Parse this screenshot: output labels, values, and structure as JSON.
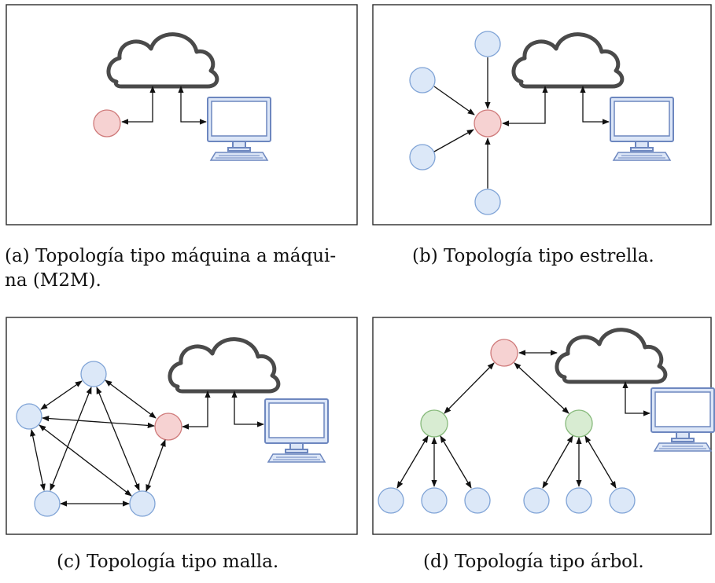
{
  "captions": {
    "a_line1": "(a) Topología tipo máquina a máqui-",
    "a_line2": "na (M2M).",
    "b": "(b) Topología tipo estrella.",
    "c": "(c) Topología tipo malla.",
    "d": "(d) Topología tipo árbol."
  },
  "icons": {
    "cloud": "cloud-icon",
    "computer": "computer-icon"
  },
  "colors": {
    "device_node": "#dce8f8",
    "gateway_node": "#f6d2d2",
    "router_node": "#d8ecd2",
    "cloud_outline": "#4a4a4a",
    "monitor": "#6d87bf"
  }
}
